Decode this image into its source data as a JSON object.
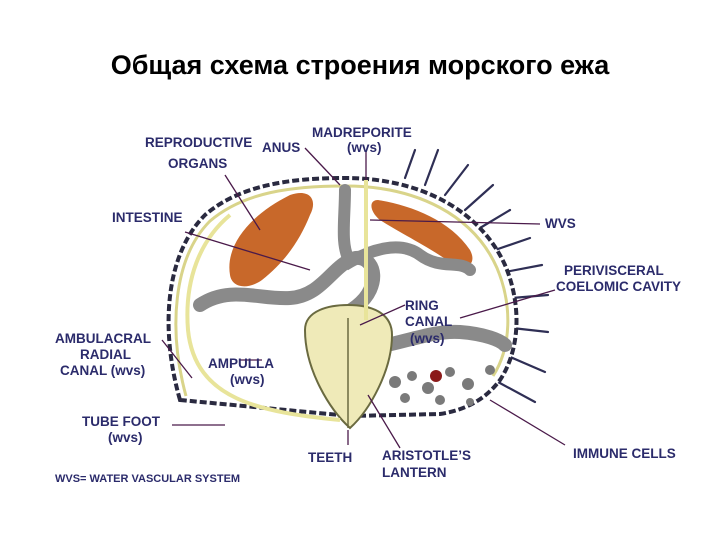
{
  "title": "Общая схема строения морского ежа",
  "labels": {
    "reproductive_1": "REPRODUCTIVE",
    "reproductive_2": "ORGANS",
    "anus": "ANUS",
    "madreporite_1": "MADREPORITE",
    "madreporite_2": "(wvs)",
    "intestine": "INTESTINE",
    "wvs": "WVS",
    "perivisceral_1": "PERIVISCERAL",
    "perivisceral_2": "COELOMIC CAVITY",
    "ring_1": "RING",
    "ring_2": "CANAL",
    "ring_3": "(wvs)",
    "ambulacral_1": "AMBULACRAL",
    "ambulacral_2": "RADIAL",
    "ambulacral_3": "CANAL (wvs)",
    "ampulla_1": "AMPULLA",
    "ampulla_2": "(wvs)",
    "tubefoot_1": "TUBE FOOT",
    "tubefoot_2": "(wvs)",
    "teeth": "TEETH",
    "aristotle_1": "ARISTOTLE’S",
    "aristotle_2": "LANTERN",
    "immune": "IMMUNE CELLS",
    "legend": "WVS= WATER VASCULAR SYSTEM"
  },
  "colors": {
    "title": "#000000",
    "label": "#2b2b6b",
    "test_outline": "#2a2a40",
    "gonad": "#c8682a",
    "gut": "#8a8a8a",
    "wvs": "#e8e49a",
    "lantern": "#efeab8"
  }
}
